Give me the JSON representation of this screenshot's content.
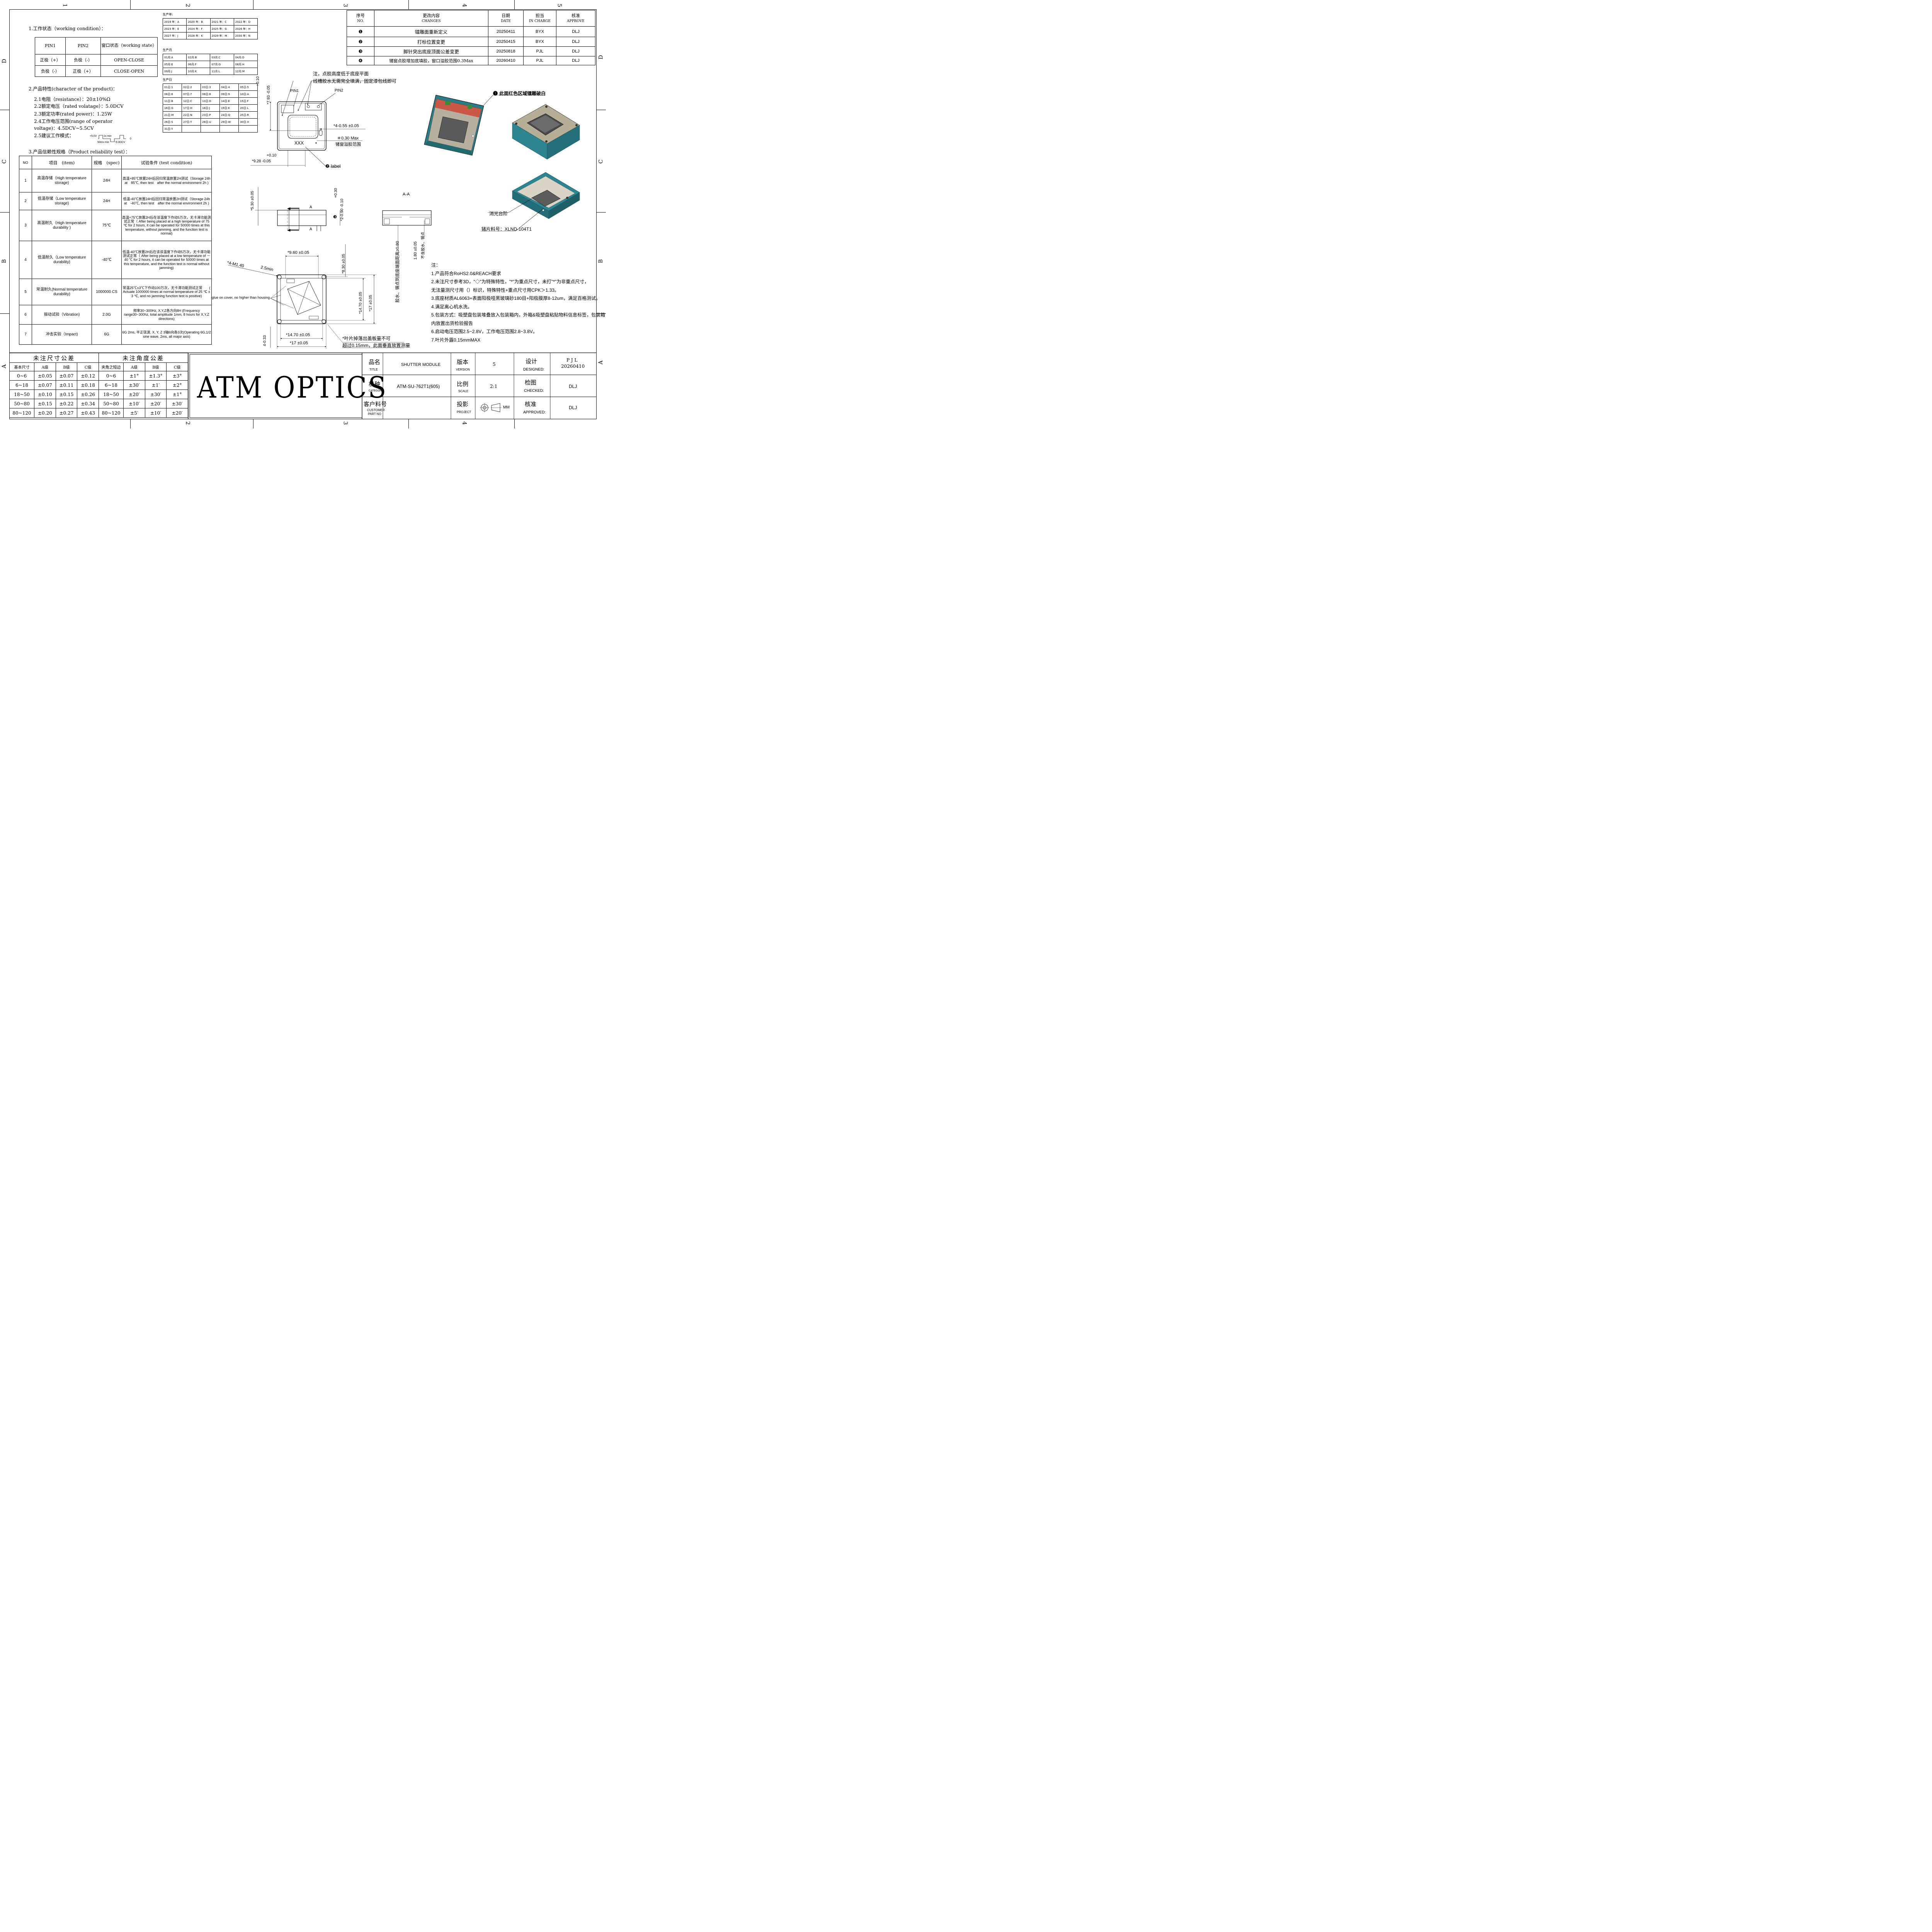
{
  "zones": {
    "columns": [
      "1",
      "2",
      "3",
      "4",
      "5"
    ],
    "rows": [
      "D",
      "C",
      "B",
      "A"
    ]
  },
  "working_condition": {
    "title": "1.工作状态（working condition）：",
    "headers": [
      "PIN1",
      "PIN2",
      "窗口状态（working state）"
    ],
    "rows": [
      [
        "正极（+）",
        "负极（-）",
        "OPEN-CLOSE"
      ],
      [
        "负极（-）",
        "正极（+）",
        "CLOSE-OPEN"
      ]
    ]
  },
  "characteristics": {
    "title": "2.产品特性(character of the product)：",
    "lines": [
      "2.1电阻（resistance）：20±10%Ω",
      "2.2额定电压（rated volatage）：5.0DCV",
      "2.3额定功率(rated power)：1.25W",
      "2.4工作电压范围(range of operator",
      "voltage)：4.5DCV~5.5CV",
      "2.5建议工作模式："
    ],
    "waveform": {
      "v_pos": "+5.0V",
      "t_on": "1s min",
      "t_off": "50ms min",
      "v_neg": "-5.0DCV",
      "zero": "0"
    }
  },
  "reliability": {
    "title": "3.产品信赖性规格（Product reliability test）：",
    "headers": [
      "NO",
      "项目　(item)",
      "规格　(spec)",
      "试验条件 (test condition)"
    ],
    "rows": [
      {
        "no": "1",
        "item": "高温存储（High temperature storage)",
        "spec": "24H",
        "cond": "高温+85℃放置24H后回归常温放置2H测试（Storage 24h at　85℃, then test　after the normal environment 2h )"
      },
      {
        "no": "2",
        "item": "低温存储（Low temperature storage)",
        "spec": "24H",
        "cond": "低温-40℃放置24H后回归常温放置2H测试（Storage 24h at　-40℃, then test　after the normal environment 2h )"
      },
      {
        "no": "3",
        "item": "高温耐久（High temperature durability )",
        "spec": "75℃",
        "cond": "高温+75℃放置2H后在该温度下作动5万次，无卡滞功能测试正常（ After being placed at a high temperature of 75 ℃ for 2 hours, it can be operated for 50000 times at this temperature, without jamming, and the function test is normal)"
      },
      {
        "no": "4",
        "item": "低温耐久（Low temperature durability)",
        "spec": "-40℃",
        "cond": "低温-40℃放置2H后在该该温度下作动5万次，无卡滞功能测试正常（ After being placed at a low temperature of － 40 ℃ for 2 hours, it can be operated for 50000 times at this temperature, and the function test is normal without jamming)"
      },
      {
        "no": "5",
        "item": "常温耐久(Normal temperature durability)",
        "spec": "1000000 CS",
        "cond": "常温25℃±3℃下作动100万次，无卡滞功能测试正常　　( Actuate 1000000 times at normal temperature of 25 ℃ ± 3 ℃, and no jamming function test is positive)"
      },
      {
        "no": "6",
        "item": "振动试验（Vibration)",
        "spec": "2.0G",
        "cond": "频率30~300Hz, X,Y,Z各方向8H (Frequency range30~300hz, total amplitude 1mm, 8 hours for X,Y,Z directions)"
      },
      {
        "no": "7",
        "item": "冲击实验（Impact)",
        "spec": "6G",
        "cond": "6G 2ms, 半正弦波, X, Y, Z 3轴6向各3次(Operating 6G,1/2 sine wave, 2ms, all major axis)"
      }
    ]
  },
  "date_codes": {
    "year_title": "生产年:",
    "years": [
      [
        "2019 年：A",
        "2020 年：B",
        "2021 年：C",
        "2022 年：D"
      ],
      [
        "2023 年：E",
        "2024 年：F",
        "2025 年：G",
        "2026 年：H"
      ],
      [
        "2027 年：J",
        "2028 年：K",
        "2029 年：M",
        "2030 年：N"
      ]
    ],
    "month_title": "生产月",
    "months": [
      [
        "01月:A",
        "02月:B",
        "03月:C",
        "04月:D"
      ],
      [
        "05月:E",
        "06月:F",
        "07月:G",
        "08月:H"
      ],
      [
        "09月:J",
        "10月:K",
        "11月:L",
        "12月:M"
      ]
    ],
    "day_title": "生产日",
    "days": [
      [
        "01日:1",
        "02日:2",
        "03日:3",
        "04日:4",
        "05日:5"
      ],
      [
        "06日:6",
        "07日:7",
        "08日:8",
        "09日:9",
        "10日:A"
      ],
      [
        "11日:B",
        "12日:C",
        "13日:D",
        "14日:E",
        "15日:F"
      ],
      [
        "16日:G",
        "17日:H",
        "18日:J",
        "19日:K",
        "20日:L"
      ],
      [
        "21日:M",
        "22日:N",
        "23日:P",
        "24日:Q",
        "25日:R"
      ],
      [
        "26日:S",
        "27日:T",
        "28日:U",
        "29日:W",
        "30日:X"
      ],
      [
        "31日:Y",
        "",
        "",
        "",
        ""
      ]
    ]
  },
  "revisions": {
    "headers": [
      [
        "序号",
        "NO."
      ],
      [
        "更改内容",
        "CHANGES"
      ],
      [
        "日期",
        "DATE"
      ],
      [
        "担当",
        "IN CHARGE"
      ],
      [
        "核准",
        "APPROVE"
      ]
    ],
    "rows": [
      [
        "❶",
        "镭雕面重新定义",
        "20250411",
        "BYX",
        "DLJ"
      ],
      [
        "❷",
        "打标位置变更",
        "20250415",
        "BYX",
        "DLJ"
      ],
      [
        "❸",
        "脚针突出底座顶面公差变更",
        "20250818",
        "PJL",
        "DLJ"
      ],
      [
        "❹",
        "锗窗点胶增加底填胶，窗口溢胶范围0.3Max",
        "20260410",
        "PJL",
        "DLJ"
      ]
    ]
  },
  "drawing": {
    "note_glue_1": "注，点胶高度低于底座平面",
    "note_glue_2": "线槽胶水无需完全填满，固定漆包线即可",
    "pin1": "PIN1",
    "pin2": "PIN2",
    "dim_793_tol_up": "+0.10",
    "dim_793_main": "*7.93 -0.05",
    "dim_4_055": "*4-0.55 ±0.05",
    "dim_030_max": "＊0.30 Max",
    "glue_overflow": "锗窗溢胶范围",
    "xxx": "XXX",
    "dim_928_tol_up": "+0.10",
    "dim_928_main": "*9.28 -0.05",
    "label_callout": "❷ label",
    "dim_530": "*5.30 ±0.05",
    "dim_290_tol": "+0.30",
    "dim_290_main": "*2-0.90 -0.10",
    "marker_3": "❸",
    "section_a": "A",
    "section_aa": "A-A",
    "dim_960": "*9.60 ±0.05",
    "dim_830": "*8.30 ±0.05",
    "dim_m140": "*4-M1.40",
    "dim_25min": "2.5min",
    "glue_cover": "glue on cover, no higher than housing",
    "dim_1470_v": "*14.70 ±0.05",
    "dim_17_v": "*17 ±0.05",
    "dim_1470_h": "*14.70 ±0.05",
    "dim_17_h": "*17 ±0.05",
    "dim_4_033": "4-0.33",
    "blade_note_1": "*叶片掉落出盖板量不可",
    "blade_note_2": "超过0.15mm，此面垂直放置测量",
    "glue_pin_dist": "胶水、锡点到底座端面距离≥0.80",
    "dim_180": "1.80 ±0.05",
    "no_glue": "不含胶水、锡点",
    "laser_note": "❶ 此面红色区域镭雕破白",
    "step_note": "消光台阶",
    "lens_part": "锗片料号：XLND-104T1"
  },
  "notes": {
    "title": "注：",
    "items": [
      "1.产品符合RoHS2.0&REACH要求",
      "2.未注尺寸参考3D，\"◇\"为特殊特性，\"*\"为重点尺寸，未打\"*\"为非重点尺寸，",
      "无法量测尺寸用（）标识，特殊特性+重点尺寸用CPK＞1.33。",
      "3.底座材质AL6063+表面阳极哑黑玻璃砂180目+阳极膜厚8-12um，满足百格测试。",
      "4.满足离心机水洗。",
      "5.包装方式：吸塑盘包装堆叠放入包装箱内，外箱&吸塑盘粘贴物料信息标签，包装箱",
      "内放置出货检验报告",
      "6.启动电压范围2.5~2.8V，工作电压范围2.8~3.8V。",
      "7.叶片外露0.15mmMAX"
    ]
  },
  "tolerance": {
    "dim_title": "未注尺寸公差",
    "ang_title": "未注角度公差",
    "dim_headers": [
      "基本尺寸",
      "A级",
      "B级",
      "C级"
    ],
    "ang_headers": [
      "夹角之短边",
      "A级",
      "B级",
      "C级"
    ],
    "rows": [
      [
        "0~6",
        "±0.05",
        "±0.07",
        "±0.12",
        "0~6",
        "±1°",
        "±1.3°",
        "±3°"
      ],
      [
        "6~18",
        "±0.07",
        "±0.11",
        "±0.18",
        "6~18",
        "±30′",
        "±1′",
        "±2°"
      ],
      [
        "18~50",
        "±0.10",
        "±0.15",
        "±0.26",
        "18~50",
        "±20′",
        "±30′",
        "±1°"
      ],
      [
        "50~80",
        "±0.15",
        "±0.22",
        "±0.34",
        "50~80",
        "±10′",
        "±20′",
        "±30′"
      ],
      [
        "80~120",
        "±0.20",
        "±0.27",
        "±0.43",
        "80~120",
        "±5′",
        "±10′",
        "±20′"
      ]
    ]
  },
  "logo": "ATM OPTICS",
  "title_block": {
    "name_label": "品名",
    "name_sub": "TITLE",
    "name_value": "SHUTTER MODULE",
    "version_label": "版本",
    "version_sub": "VERSION",
    "version_value": "5",
    "design_label": "设计",
    "design_sub": "DESIGNED:",
    "design_value_1": "P J L",
    "design_value_2": "20260410",
    "category_label": "机种",
    "category_sub": "CATEGORY",
    "category_value": "ATM-SU-762T1(605)",
    "scale_label": "比例",
    "scale_sub": "SCALE",
    "scale_value": "2:1",
    "check_label": "检图",
    "check_sub": "CHECKED:",
    "check_value": "DLJ",
    "customer_label": "客户料号",
    "customer_sub_1": "CUSTOMER",
    "customer_sub_2": "PART NO",
    "customer_value": "",
    "projection_label": "投影",
    "projection_sub": "PROJECT",
    "unit": "MM",
    "approve_label": "核准",
    "approve_sub": "APPROVED:",
    "approve_value": "DLJ"
  }
}
